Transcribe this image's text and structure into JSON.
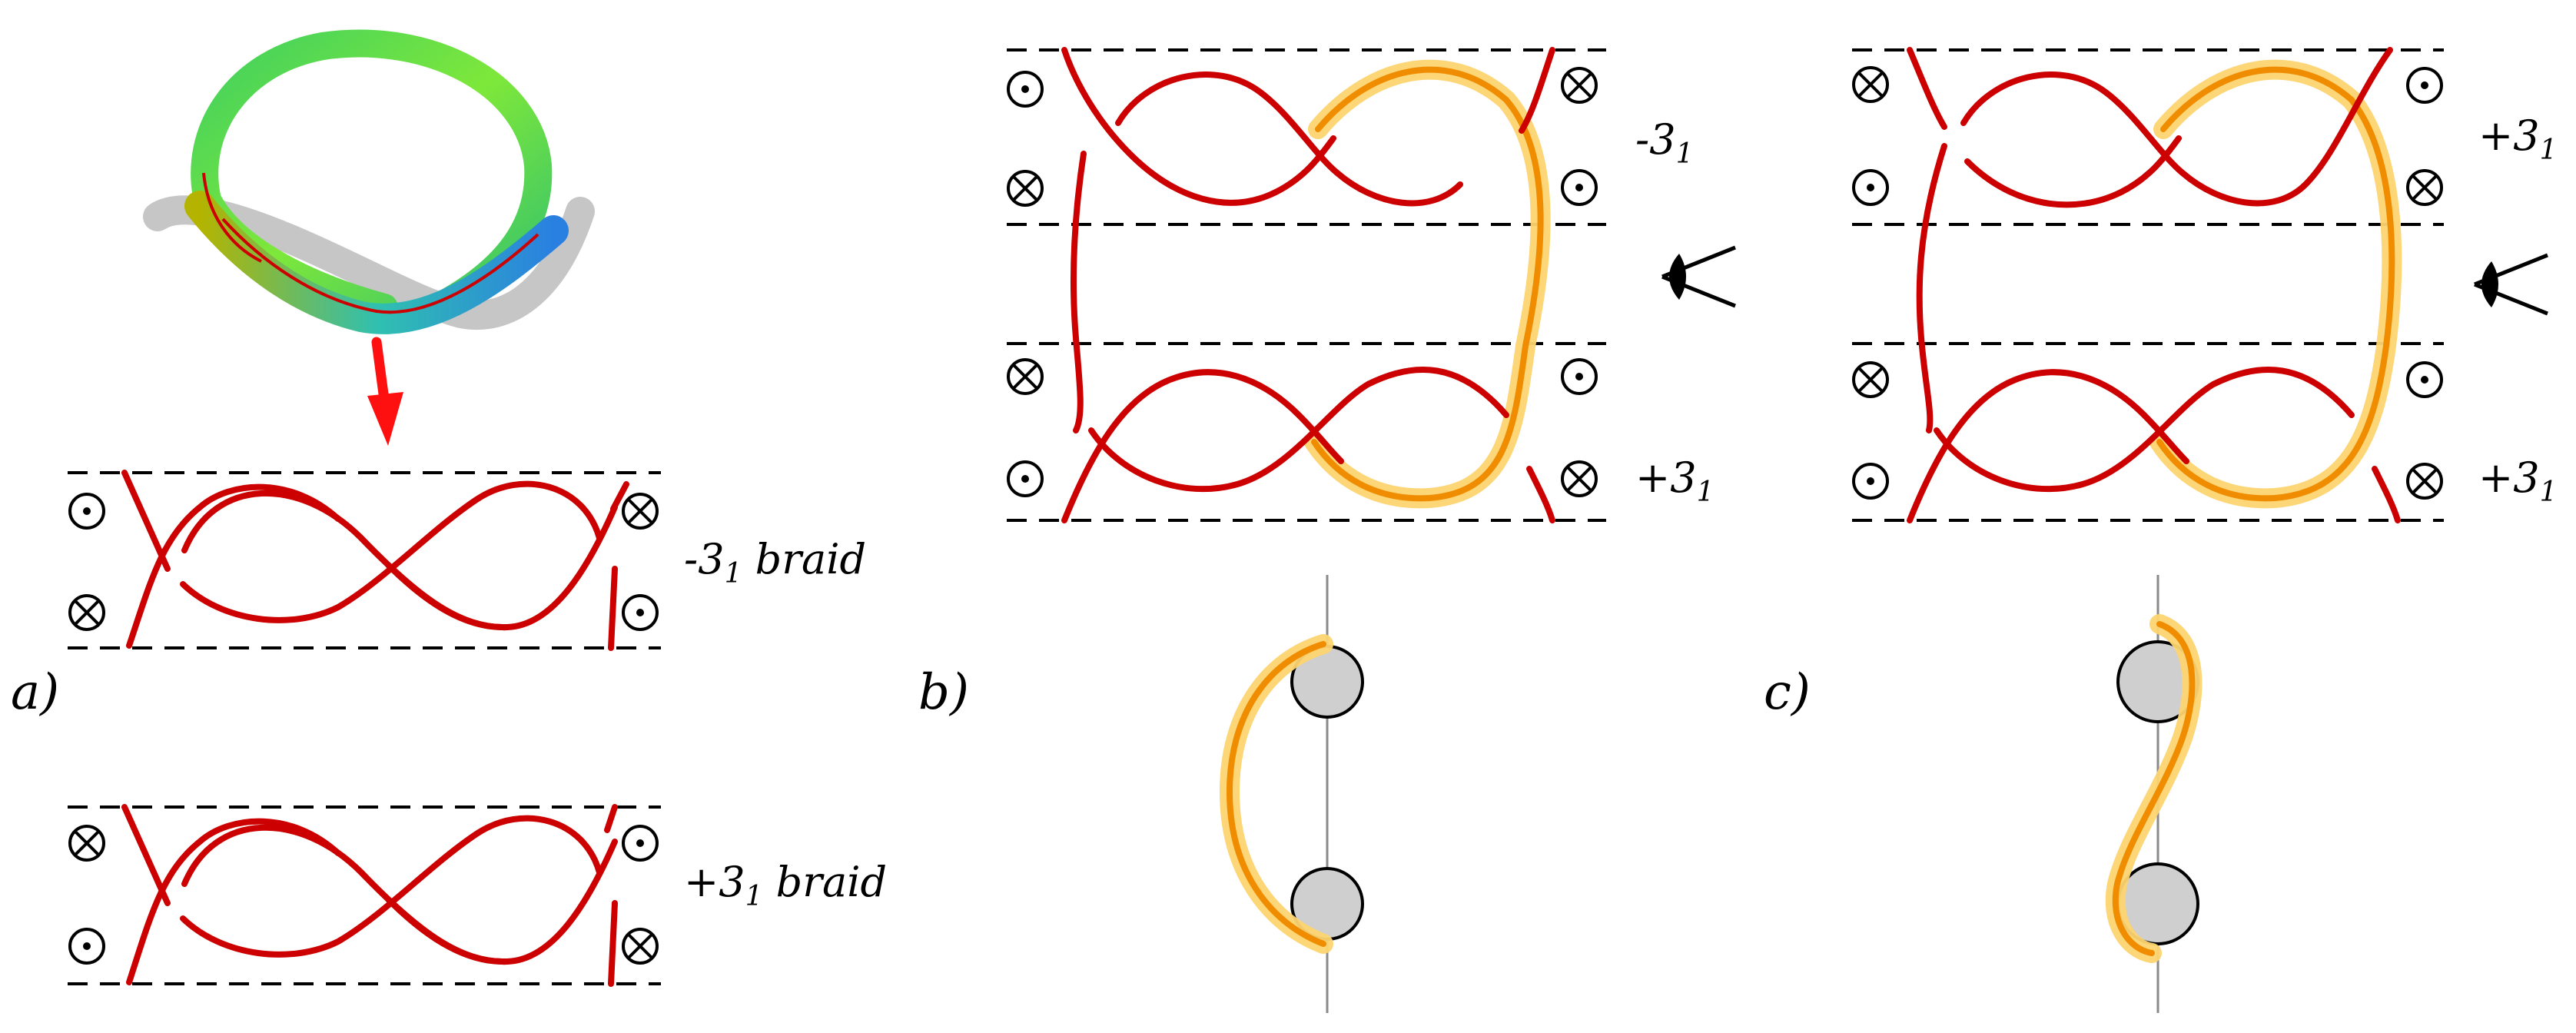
{
  "panels": {
    "a": {
      "label": "a)",
      "braid_top": "-3",
      "braid_top_sub": "1",
      "braid_top_word": " braid",
      "braid_bottom": "+3",
      "braid_bottom_sub": "1",
      "braid_bottom_word": " braid"
    },
    "b": {
      "label": "b)",
      "top_sign": "-3",
      "top_sub": "1",
      "bottom_sign": "+3",
      "bottom_sub": "1"
    },
    "c": {
      "label": "c)",
      "top_sign": "+3",
      "top_sub": "1",
      "bottom_sign": "+3",
      "bottom_sub": "1"
    }
  },
  "colors": {
    "strand": "#cc0000",
    "highlight": "#f08c00",
    "highlight_glow": "#fcd470",
    "arrow": "#ff1010"
  },
  "icons": [
    "knot-tube-render",
    "down-arrow-icon",
    "dot-in-circle-icon",
    "cross-in-circle-icon",
    "eye-icon"
  ]
}
